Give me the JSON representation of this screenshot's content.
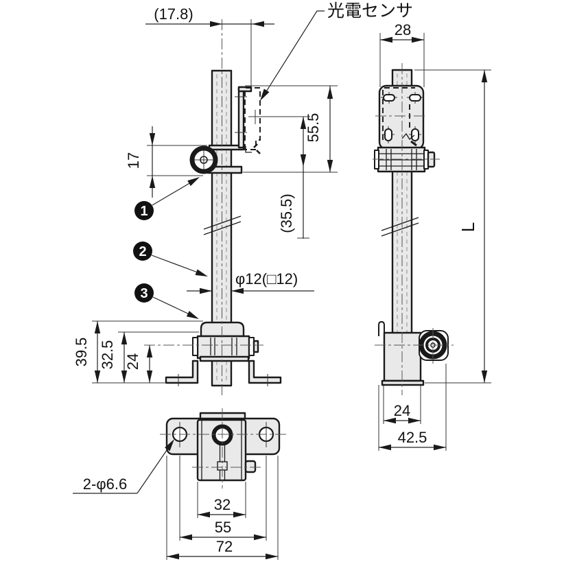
{
  "labels": {
    "sensor": "光電センサ",
    "holes_note": "2-φ6.6",
    "rod_note": "φ12(□12)"
  },
  "balloons": [
    {
      "n": "1"
    },
    {
      "n": "2"
    },
    {
      "n": "3"
    }
  ],
  "dims": {
    "front_offset": "(17.8)",
    "front_sensor_height": "55.5",
    "front_beam_height": "(35.5)",
    "front_pivot_height": "17",
    "base_total_height": "39.5",
    "base_mid_height": "32.5",
    "base_center_height": "24",
    "side_width": "28",
    "side_length": "L",
    "side_base_width": "24",
    "side_base_depth": "42.5",
    "bottom_clamp_width": "32",
    "bottom_hole_pitch": "55",
    "bottom_total_width": "72"
  },
  "colors": {
    "line": "#1a1a1a",
    "part_fill": "#e9e9e9",
    "background": "#ffffff"
  }
}
